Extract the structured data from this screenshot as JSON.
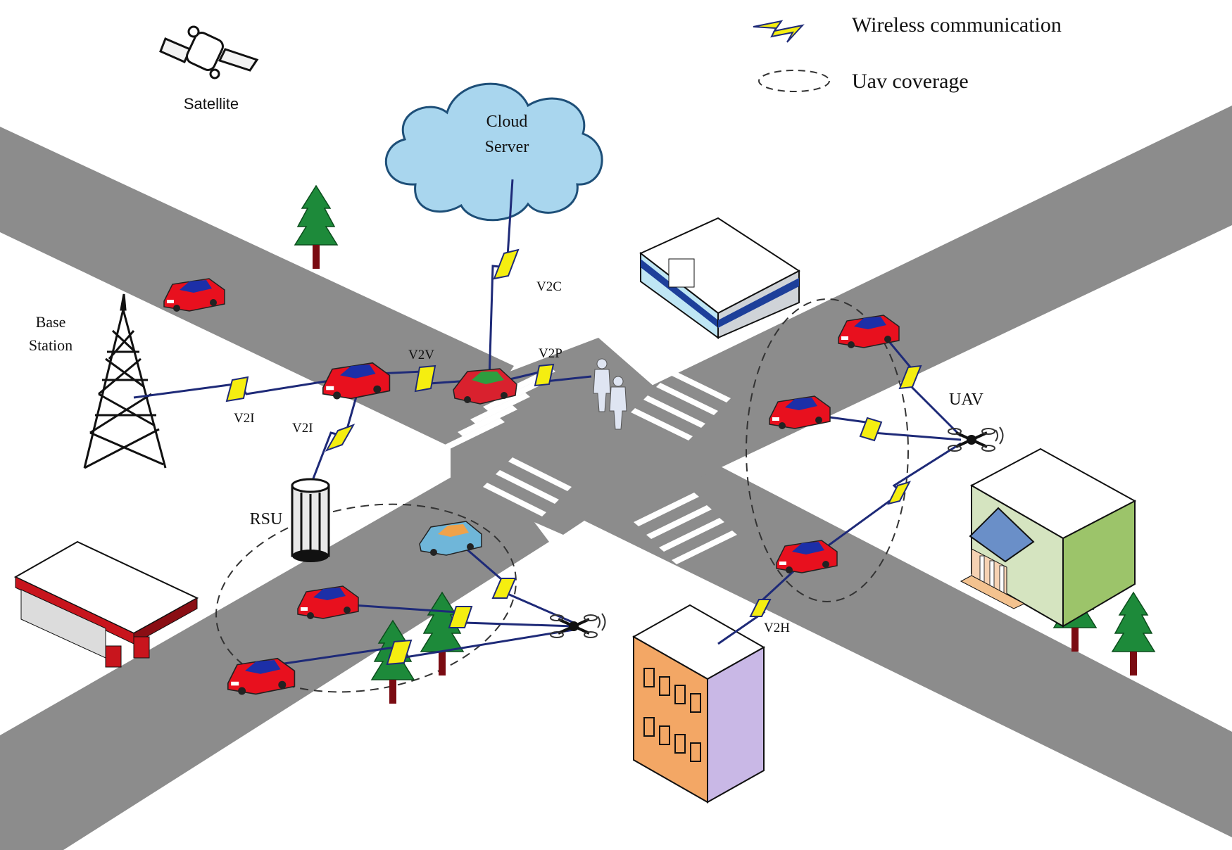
{
  "legend": {
    "wireless": "Wireless communication",
    "uav_coverage": "Uav coverage"
  },
  "labels": {
    "satellite": "Satellite",
    "cloud_line1": "Cloud",
    "cloud_line2": "Server",
    "base_station_line1": "Base",
    "base_station_line2": "Station",
    "rsu": "RSU",
    "uav": "UAV",
    "v2c": "V2C",
    "v2v": "V2V",
    "v2p": "V2P",
    "v2i_tower": "V2I",
    "v2i_rsu": "V2I",
    "v2h": "V2H"
  },
  "colors": {
    "road": "#8c8c8c",
    "car": "#e8101e",
    "car_roof": "#1c2fa8",
    "link": "#f5ee10",
    "link_outline": "#1e2a78",
    "cloud": "#a9d6ee",
    "tree": "#1d8a3a"
  }
}
